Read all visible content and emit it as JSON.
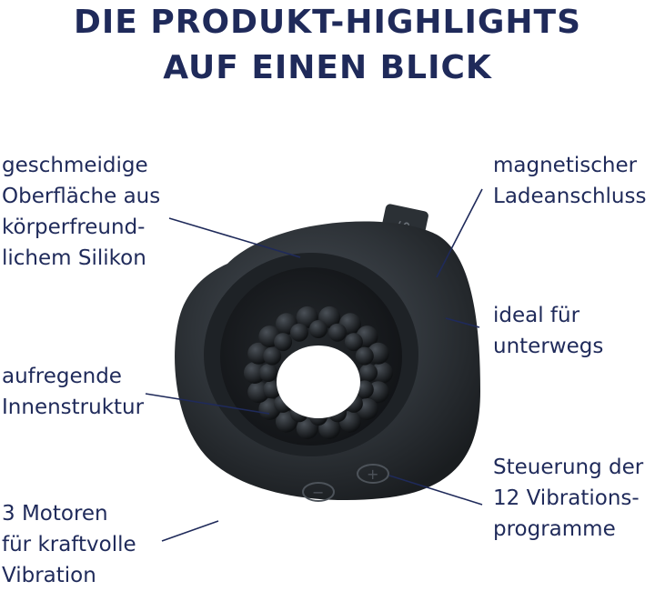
{
  "title": {
    "line1": "DIE PRODUKT-HIGHLIGHTS",
    "line2": "AUF EINEN BLICK"
  },
  "features": {
    "surface": [
      "geschmeidige",
      "Oberfläche aus",
      "körperfreund-",
      "lichem Silikon"
    ],
    "structure": [
      "aufregende",
      "Innenstruktur"
    ],
    "motors": [
      "3 Motoren",
      "für kraftvolle",
      "Vibration"
    ],
    "charging": [
      "magnetischer",
      "Ladeanschluss"
    ],
    "travel": [
      "ideal für",
      "unterwegs"
    ],
    "control": [
      "Steuerung der",
      "12 Vibrations-",
      "programme"
    ]
  },
  "product": {
    "tab_logo": "S",
    "minus_symbol": "−",
    "plus_symbol": "+"
  },
  "colors": {
    "text": "#1f2a5a",
    "product_body": "#2f343a",
    "product_inner": "#1b1e22",
    "leader_lines": "#1f2a5a"
  }
}
